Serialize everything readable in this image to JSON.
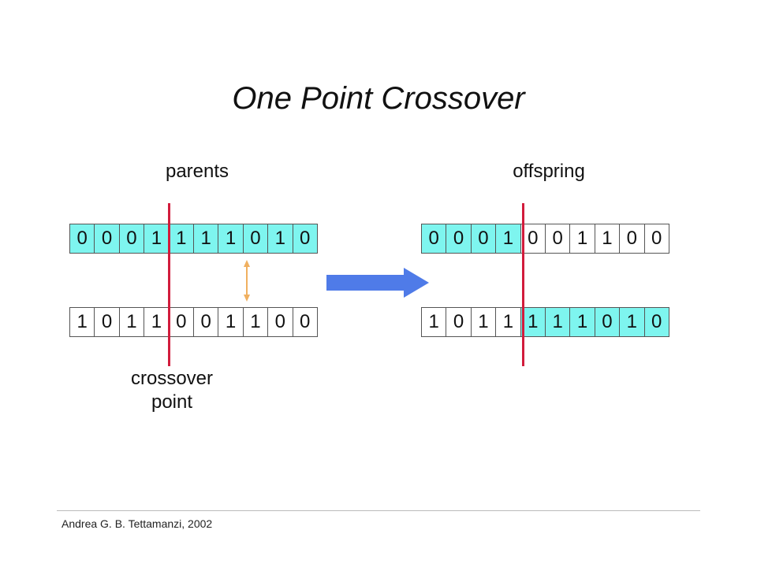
{
  "title": "One Point Crossover",
  "labels": {
    "parents": "parents",
    "offspring": "offspring",
    "crossover_point": "crossover\npoint"
  },
  "parents": [
    [
      "0",
      "0",
      "0",
      "1",
      "1",
      "1",
      "1",
      "0",
      "1",
      "0"
    ],
    [
      "1",
      "0",
      "1",
      "1",
      "0",
      "0",
      "1",
      "1",
      "0",
      "0"
    ]
  ],
  "parents_highlight": [
    [
      true,
      true,
      true,
      true,
      true,
      true,
      true,
      true,
      true,
      true
    ],
    [
      false,
      false,
      false,
      false,
      false,
      false,
      false,
      false,
      false,
      false
    ]
  ],
  "offspring": [
    [
      "0",
      "0",
      "0",
      "1",
      "0",
      "0",
      "1",
      "1",
      "0",
      "0"
    ],
    [
      "1",
      "0",
      "1",
      "1",
      "1",
      "1",
      "1",
      "0",
      "1",
      "0"
    ]
  ],
  "offspring_highlight": [
    [
      true,
      true,
      true,
      true,
      false,
      false,
      false,
      false,
      false,
      false
    ],
    [
      false,
      false,
      false,
      false,
      true,
      true,
      true,
      true,
      true,
      true
    ]
  ],
  "crossover_index": 4,
  "colors": {
    "highlight": "#7ef5ef",
    "cut_line": "#d21c3c",
    "swap_arrow": "#f0b060",
    "main_arrow": "#4f7be8"
  },
  "footer": "Andrea G. B. Tettamanzi, 2002"
}
